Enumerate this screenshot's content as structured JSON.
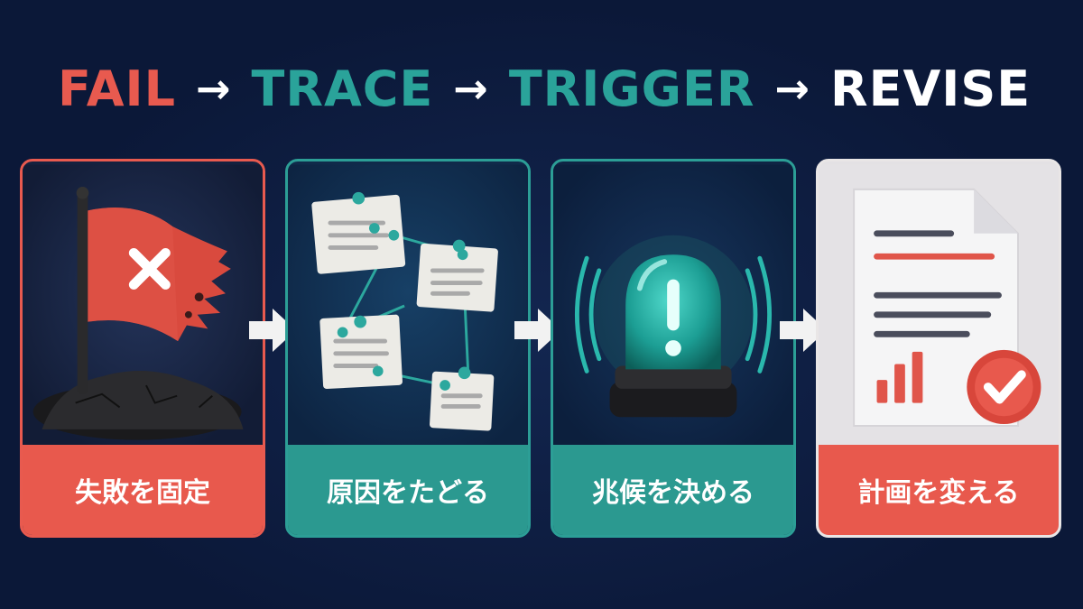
{
  "header": {
    "steps": [
      {
        "label": "FAIL",
        "color": "#e85a4f"
      },
      {
        "label": "TRACE",
        "color": "#2aa39a"
      },
      {
        "label": "TRIGGER",
        "color": "#2aa39a"
      },
      {
        "label": "REVISE",
        "color": "#ffffff"
      }
    ],
    "arrow": "→"
  },
  "cards": [
    {
      "label": "失敗を固定",
      "icon": "torn-flag-icon",
      "accent": "#e85a4f"
    },
    {
      "label": "原因をたどる",
      "icon": "pinned-notes-network-icon",
      "accent": "#2b9990"
    },
    {
      "label": "兆候を決める",
      "icon": "alarm-siren-icon",
      "accent": "#2b9990"
    },
    {
      "label": "計画を変える",
      "icon": "revised-document-check-icon",
      "accent": "#e8594d"
    }
  ]
}
